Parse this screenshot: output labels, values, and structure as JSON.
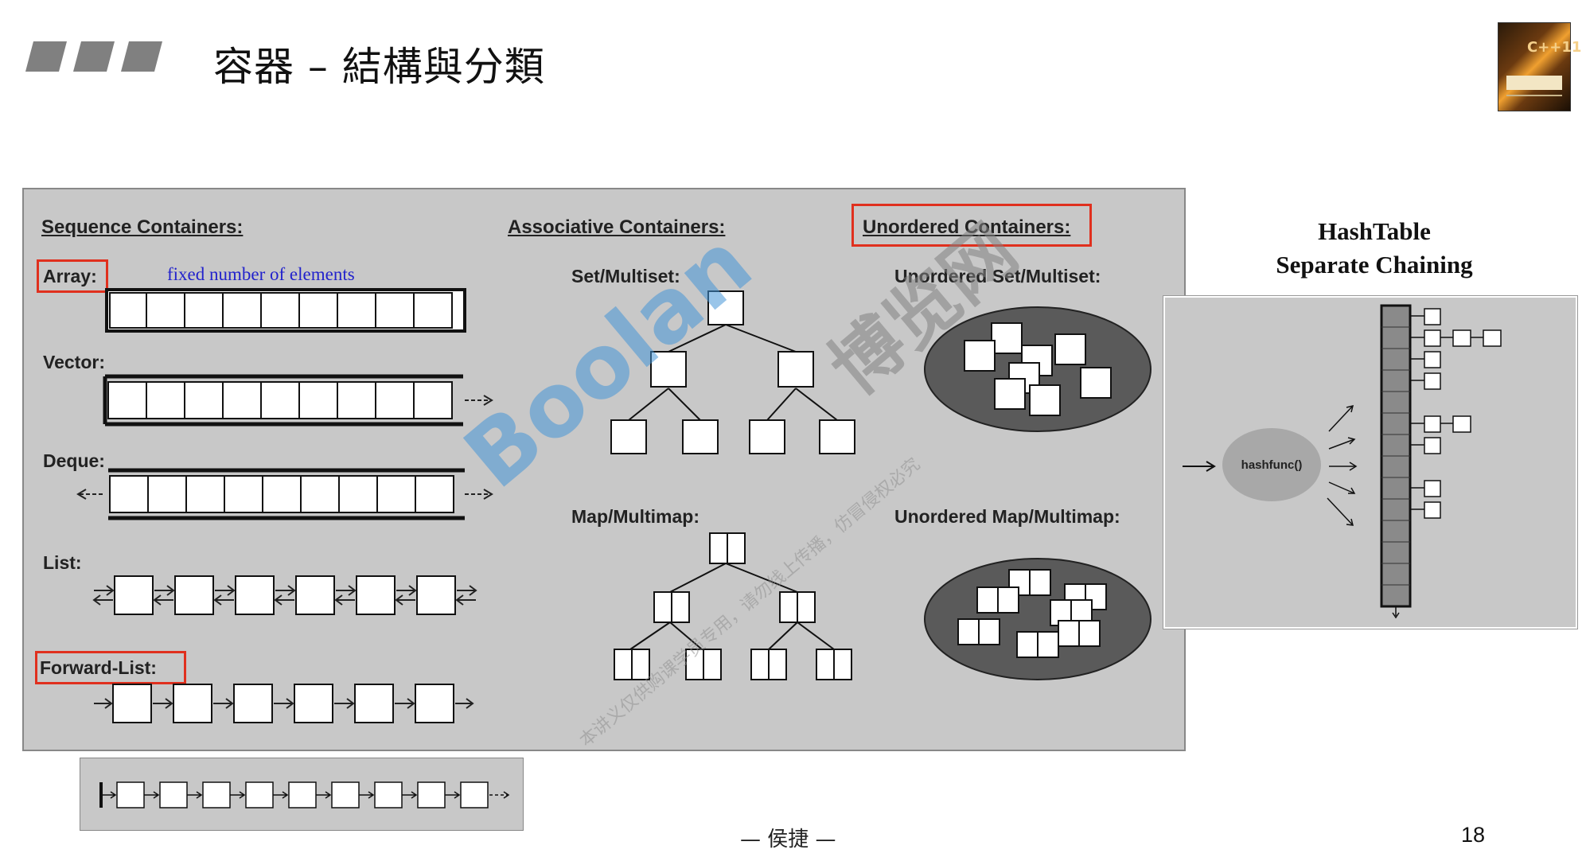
{
  "slide": {
    "title": "容器 – 結構與分類",
    "footer": "— 侯捷 —",
    "page_number": "18"
  },
  "book_cover": {
    "label": "C++11"
  },
  "sequence": {
    "heading": "Sequence Containers:",
    "array_label": "Array:",
    "array_note": "fixed number of elements",
    "vector_label": "Vector:",
    "deque_label": "Deque:",
    "list_label": "List:",
    "forward_list_label": "Forward-List:"
  },
  "associative": {
    "heading": "Associative Containers:",
    "set_label": "Set/Multiset:",
    "map_label": "Map/Multimap:"
  },
  "unordered": {
    "heading": "Unordered Containers:",
    "set_label": "Unordered Set/Multiset:",
    "map_label": "Unordered Map/Multimap:"
  },
  "hashtable": {
    "title_line1": "HashTable",
    "title_line2": "Separate Chaining",
    "hashfunc_label": "hashfunc()"
  },
  "watermark": {
    "main": "Boolan",
    "chinese": "博览网",
    "small": "本讲义仅供购课学员专用，请勿线上传播，仿冒侵权必究"
  },
  "colors": {
    "panel_bg": "#c8c8c8",
    "highlight_red": "#e0301e",
    "note_blue": "#2222cc",
    "ellipse_fill": "#5a5a5a",
    "hashfunc_fill": "#a8a8a8"
  }
}
